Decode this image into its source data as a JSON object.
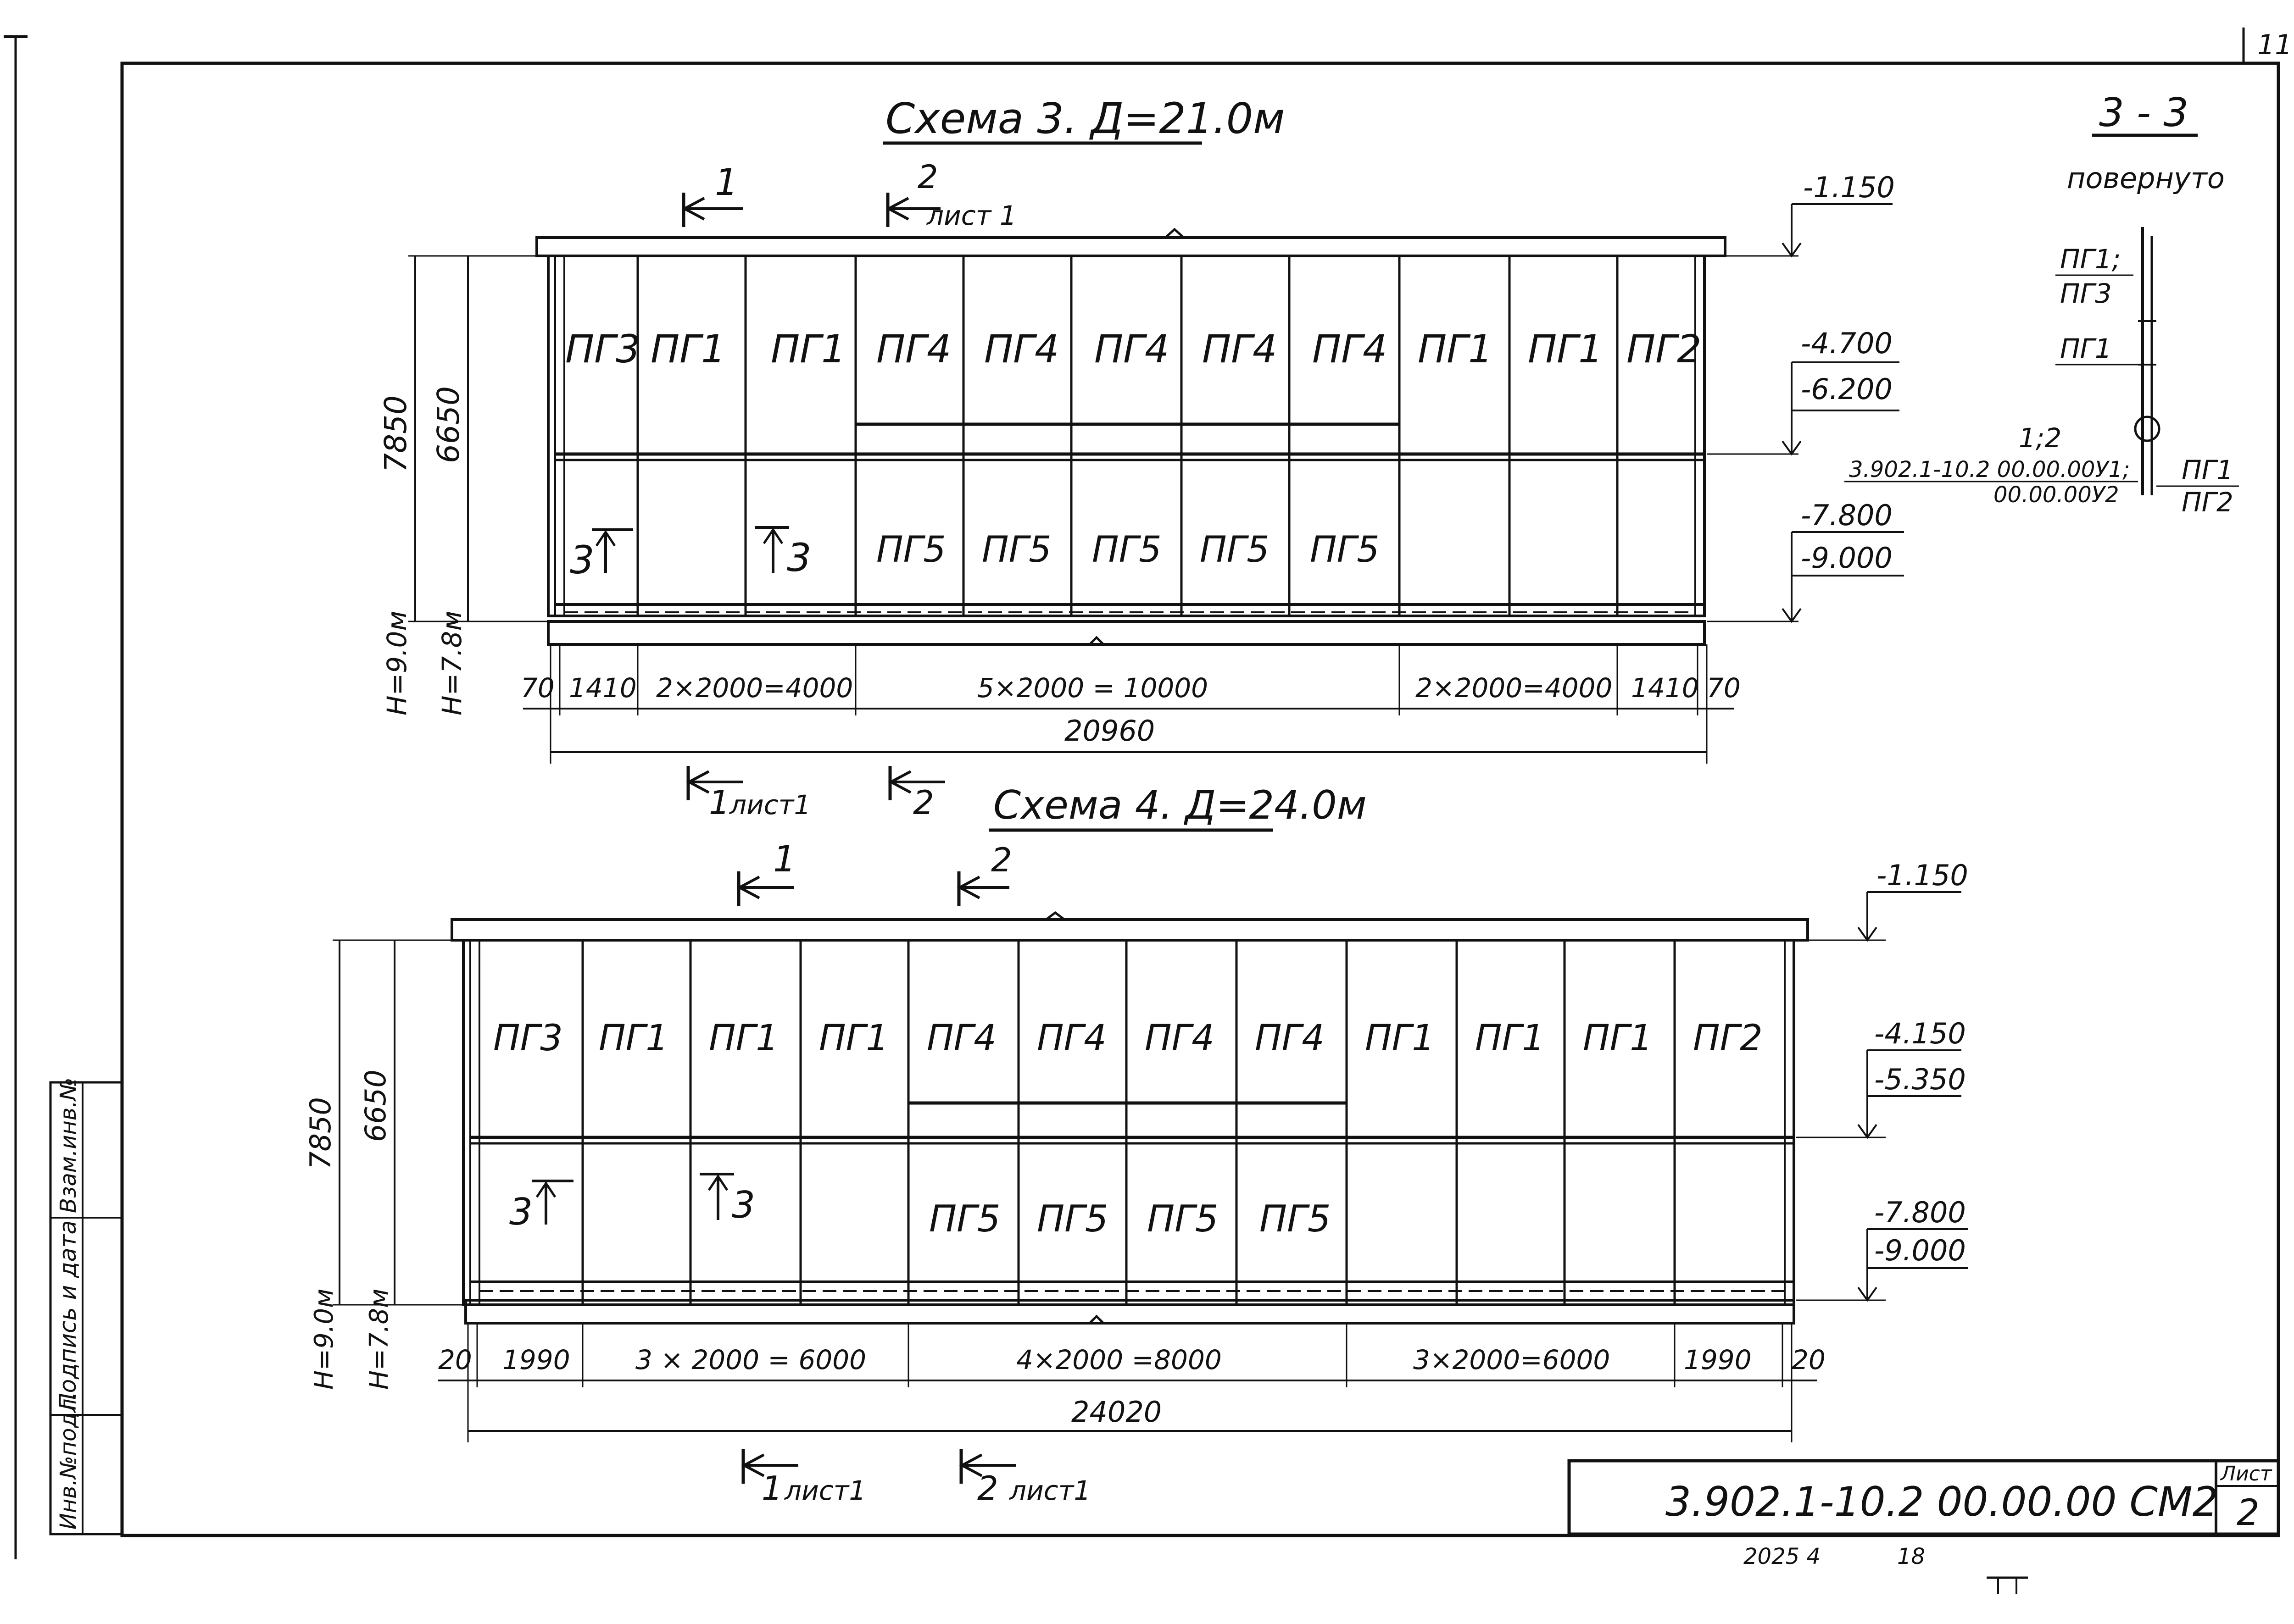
{
  "page_number": "11",
  "scheme3": {
    "title": "Схема 3. Д=21.0м",
    "sec1_top": "1",
    "sec2_top": "2",
    "sec2_top_sheet": "лист 1",
    "sec1_bottom": "1",
    "sec1_bottom_sheet": "лист1",
    "sec2_bottom": "2",
    "upper_panels": [
      "ПГ3",
      "ПГ1",
      "ПГ1",
      "ПГ4",
      "ПГ4",
      "ПГ4",
      "ПГ4",
      "ПГ4",
      "ПГ1",
      "ПГ1",
      "ПГ2"
    ],
    "lower_panels": [
      "",
      "",
      "",
      "ПГ5",
      "ПГ5",
      "ПГ5",
      "ПГ5",
      "ПГ5",
      "",
      "",
      ""
    ],
    "section3_left": "3",
    "section3_right": "3",
    "dim_7850": "7850",
    "dim_6650": "6650",
    "h_outer": "Н=9.0м",
    "h_inner": "Н=7.8м",
    "bottom_dims": [
      "70",
      "1410",
      "2×2000=4000",
      "5×2000 = 10000",
      "2×2000=4000",
      "1410",
      "70"
    ],
    "total_length": "20960",
    "elevations": [
      "-1.150",
      "-4.700",
      "-6.200",
      "-7.800",
      "-9.000"
    ]
  },
  "scheme4": {
    "title": "Схема 4. Д=24.0м",
    "sec1_top": "1",
    "sec2_top": "2",
    "sec1_bottom": "1",
    "sec1_bottom_sheet": "лист1",
    "sec2_bottom": "2",
    "sec2_bottom_sheet": "лист1",
    "upper_panels": [
      "ПГ3",
      "ПГ1",
      "ПГ1",
      "ПГ1",
      "ПГ4",
      "ПГ4",
      "ПГ4",
      "ПГ4",
      "ПГ1",
      "ПГ1",
      "ПГ1",
      "ПГ2"
    ],
    "lower_panels": [
      "",
      "",
      "",
      "",
      "ПГ5",
      "ПГ5",
      "ПГ5",
      "ПГ5",
      "",
      "",
      "",
      ""
    ],
    "section3_left": "3",
    "section3_right": "3",
    "dim_7850": "7850",
    "dim_6650": "6650",
    "h_outer": "Н=9.0м",
    "h_inner": "Н=7.8м",
    "bottom_dims": [
      "20",
      "1990",
      "3 × 2000 = 6000",
      "4×2000 =8000",
      "3×2000=6000",
      "1990",
      "20"
    ],
    "total_length": "24020",
    "elevations": [
      "-1.150",
      "-4.150",
      "-5.350",
      "-7.800",
      "-9.000"
    ]
  },
  "section33": {
    "title": "3 - 3",
    "subtitle": "повернуто",
    "label_pg1_pg3": "ПГ1;",
    "label_pg3": "ПГ3",
    "label_pg1": "ПГ1",
    "node": "1;2",
    "ref1": "3.902.1-10.2  00.00.00У1;",
    "ref2": "00.00.00У2",
    "right_top": "ПГ1",
    "right_bottom": "ПГ2"
  },
  "margin_stamp": [
    "Инв.№подл.",
    "Подпись и дата",
    "Взам.инв.№"
  ],
  "title_block": {
    "doc_code": "3.902.1-10.2  00.00.00 СМ2",
    "sheet_label": "Лист",
    "sheet_number": "2"
  },
  "footer": {
    "order_no": "2025 4",
    "copy_no": "18"
  }
}
